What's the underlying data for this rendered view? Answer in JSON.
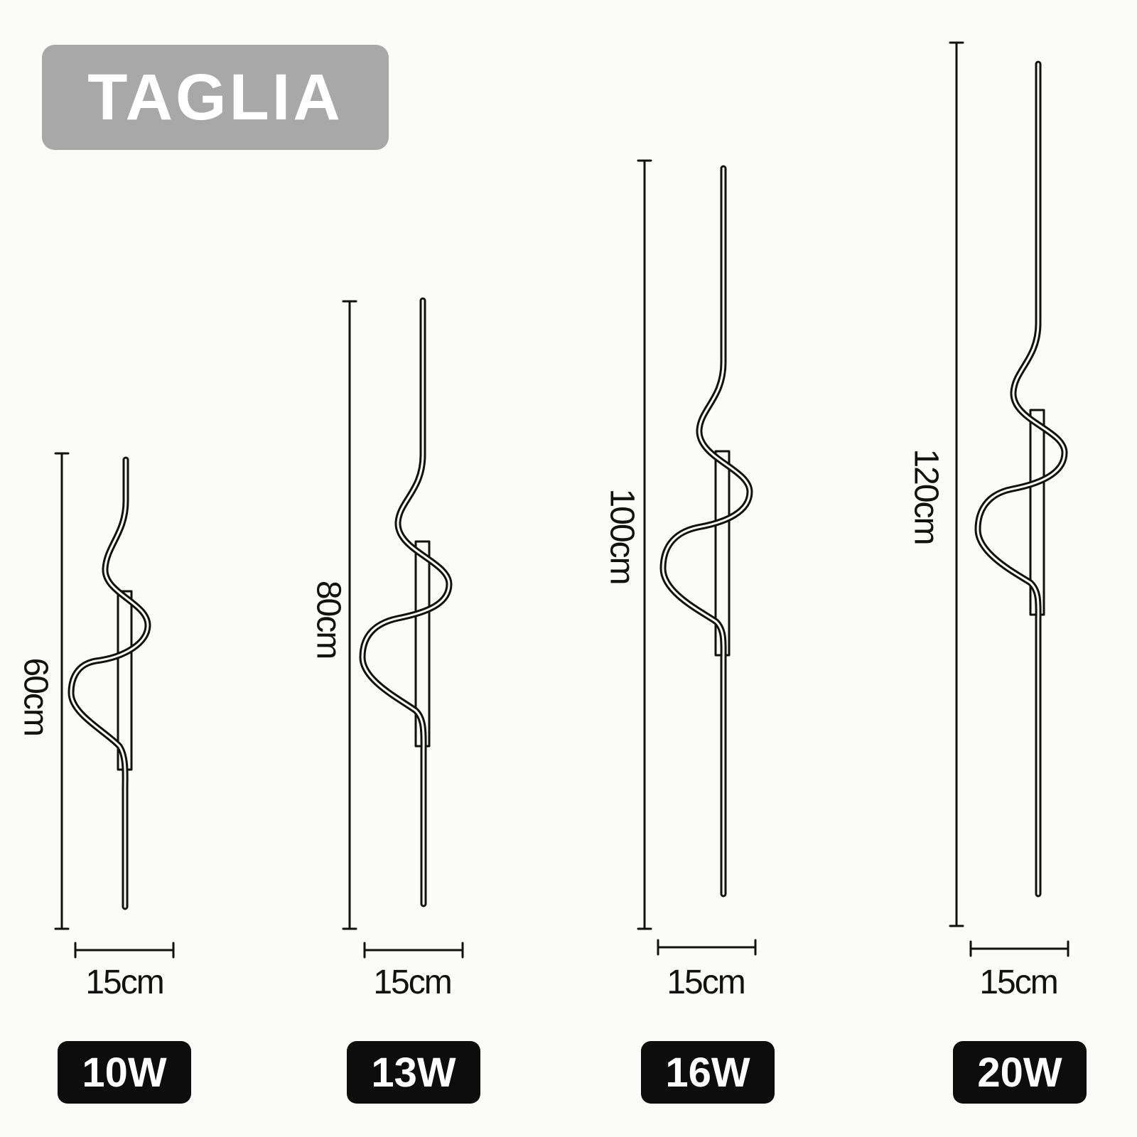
{
  "title": "TAGLIA",
  "colors": {
    "title_badge_bg": "#a8a8a8",
    "watt_badge_bg": "#0d0d0d",
    "line": "#111111",
    "background": "#fbfbf9"
  },
  "variants": [
    {
      "height_label": "60cm",
      "width_label": "15cm",
      "power": "10W"
    },
    {
      "height_label": "80cm",
      "width_label": "15cm",
      "power": "13W"
    },
    {
      "height_label": "100cm",
      "width_label": "15cm",
      "power": "16W"
    },
    {
      "height_label": "120cm",
      "width_label": "15cm",
      "power": "20W"
    }
  ]
}
